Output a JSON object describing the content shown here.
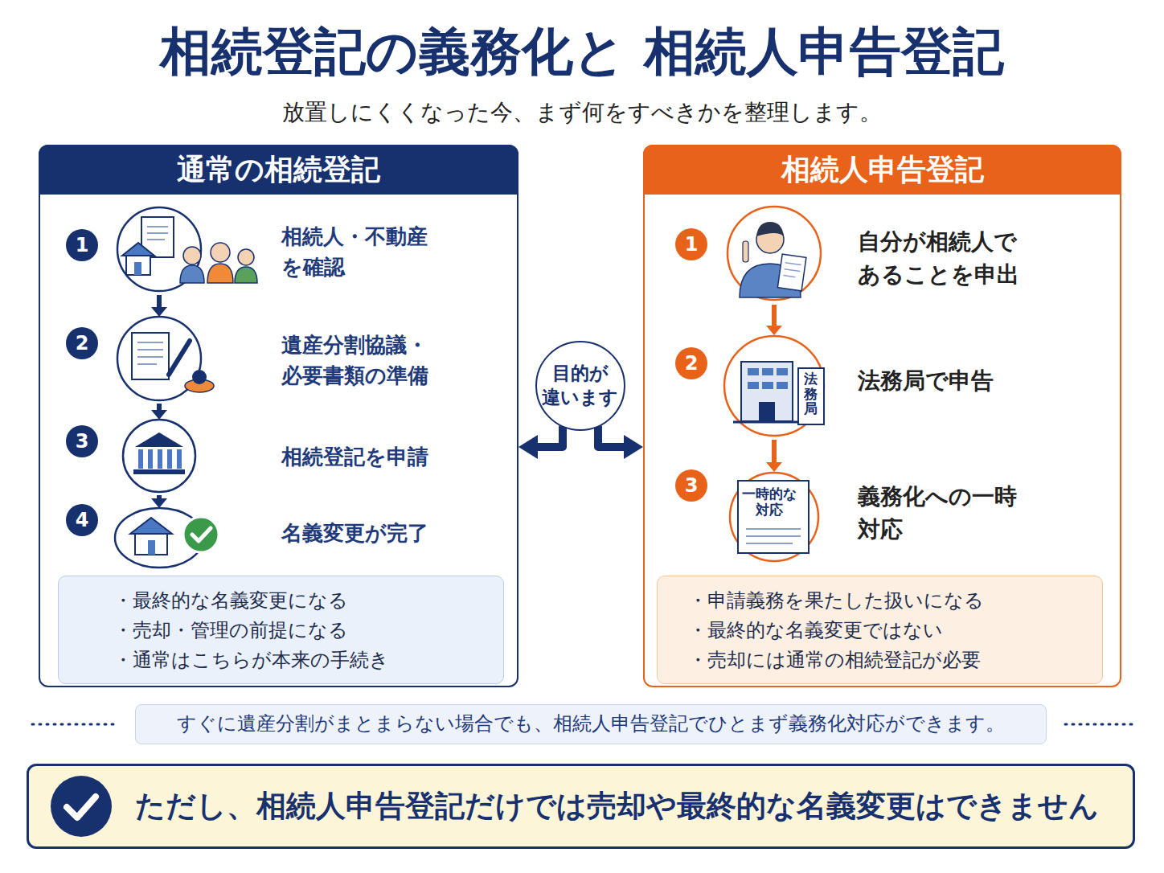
{
  "diagram": {
    "title": "相続登記の義務化と 相続人申告登記",
    "caption": "放置しにくくなった今、まず何をすべきかを整理します。",
    "nodes": [
      {
        "text": [
          "通常の相続登記"
        ]
      },
      {
        "text": [
          "1",
          "相続人・不動産を確認"
        ],
        "in": 0
      },
      {
        "text": [
          "2",
          "遺産分割協議・ 必要書類の準備"
        ],
        "in": 0
      },
      {
        "text": [
          "3",
          "相続登記を申請"
        ],
        "in": 0
      },
      {
        "text": [
          "4",
          "名義変更が完了"
        ],
        "in": 0
      },
      {
        "text": [
          "・最終的な名義変更になる",
          "・売却・管理の前提になる",
          "・通常はこちらが本来の手続き"
        ],
        "in": 0
      },
      {
        "text": [
          "目的が 違います"
        ]
      },
      {
        "text": [
          "相続人申告登記"
        ]
      },
      {
        "text": [
          "1",
          "自分が相続人で あることを申出"
        ],
        "in": 7
      },
      {
        "text": [
          "2",
          "法務局で申告"
        ],
        "in": 7
      },
      {
        "text": [
          "3",
          "義務化への一時対応"
        ],
        "in": 7
      },
      {
        "text": [
          "・申請義務を果たした扱いになる",
          "・最終的な名義変更ではない",
          "・売却には通常の相続登記が必要"
        ],
        "in": 7
      },
      {
        "text": [
          "すぐに遺産分割がまとまらない場合でも、相続人申告登記でひとまず義務化対応ができます。"
        ]
      },
      {
        "text": [
          "ただし、相続人申告登記だけでは売却や最終的な名義変更はできません"
        ]
      }
    ],
    "edges": [
      {
        "from": 1,
        "to": 2,
        "arrow": "to"
      },
      {
        "from": 2,
        "to": 3,
        "arrow": "to"
      },
      {
        "from": 3,
        "to": 4,
        "arrow": "to"
      },
      {
        "from": 8,
        "to": 9,
        "arrow": "to"
      },
      {
        "from": 9,
        "to": 10,
        "arrow": "to"
      },
      {
        "from": 6,
        "to": 0,
        "arrow": "to"
      },
      {
        "from": 6,
        "to": 7,
        "arrow": "to"
      }
    ],
    "labels": [
      "法務局",
      "一時的な 対応"
    ]
  }
}
